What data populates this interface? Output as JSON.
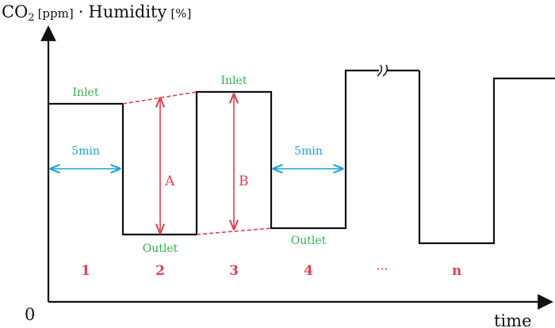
{
  "axes": {
    "y_title_main": "CO",
    "y_title_sub": "2",
    "y_title_unit1": "[ppm]",
    "y_title_sep": "·",
    "y_title_humidity": "Humidity",
    "y_title_unit2": "[%]",
    "origin": "0",
    "x_title": "time"
  },
  "labels": {
    "inlet_1": "Inlet",
    "inlet_2": "Inlet",
    "outlet_1": "Outlet",
    "outlet_2": "Outlet",
    "duration_1": "5min",
    "duration_2": "5min",
    "diff_a": "A",
    "diff_b": "B"
  },
  "steps": [
    "1",
    "2",
    "3",
    "4",
    "···",
    "n"
  ],
  "colors": {
    "waveform": "#111111",
    "inlet_outlet": "#33b04a",
    "difference": "#e04050",
    "duration": "#1aa3dc"
  }
}
